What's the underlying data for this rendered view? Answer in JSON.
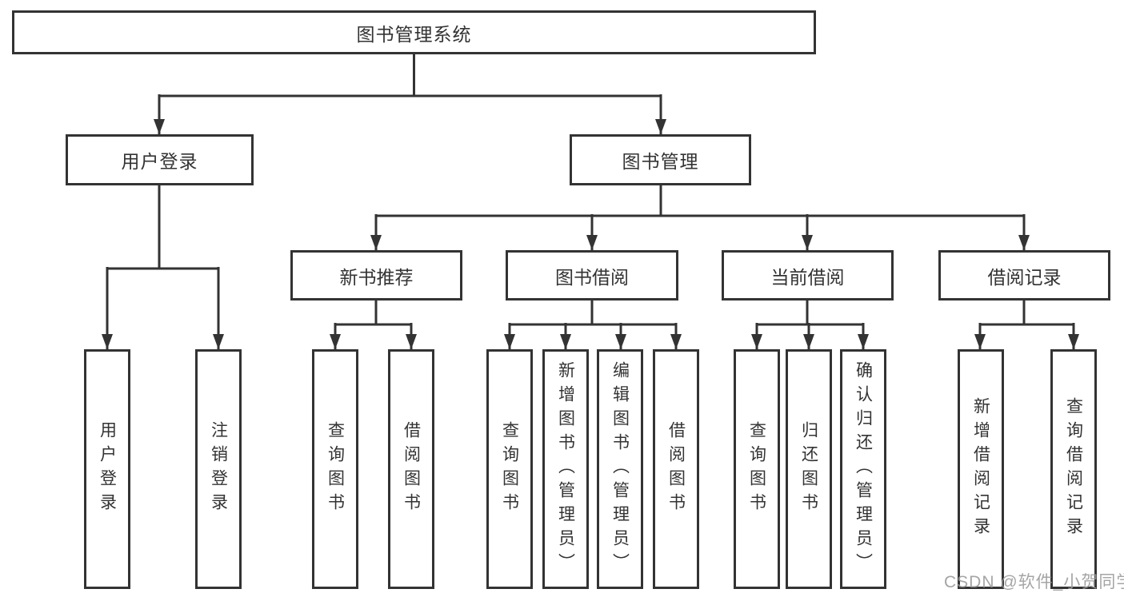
{
  "diagram": {
    "title": "图书管理系统",
    "level2": [
      "用户登录",
      "图书管理"
    ],
    "level3": [
      "新书推荐",
      "图书借阅",
      "当前借阅",
      "借阅记录"
    ],
    "leaves": {
      "user_login": [
        "用户登录",
        "注销登录"
      ],
      "new_book": [
        "查询图书",
        "借阅图书"
      ],
      "book_borrow": [
        "查询图书",
        "新增图书（管理员）",
        "编辑图书（管理员）",
        "借阅图书"
      ],
      "current_borrow": [
        "查询图书",
        "归还图书",
        "确认归还（管理员）"
      ],
      "borrow_records": [
        "新增借阅记录",
        "查询借阅记录"
      ]
    },
    "watermark": "CSDN @软件_小贺同学",
    "colors": {
      "line": "#333333",
      "text": "#333333",
      "background": "#ffffff",
      "watermark": "#9b9b9b"
    }
  }
}
